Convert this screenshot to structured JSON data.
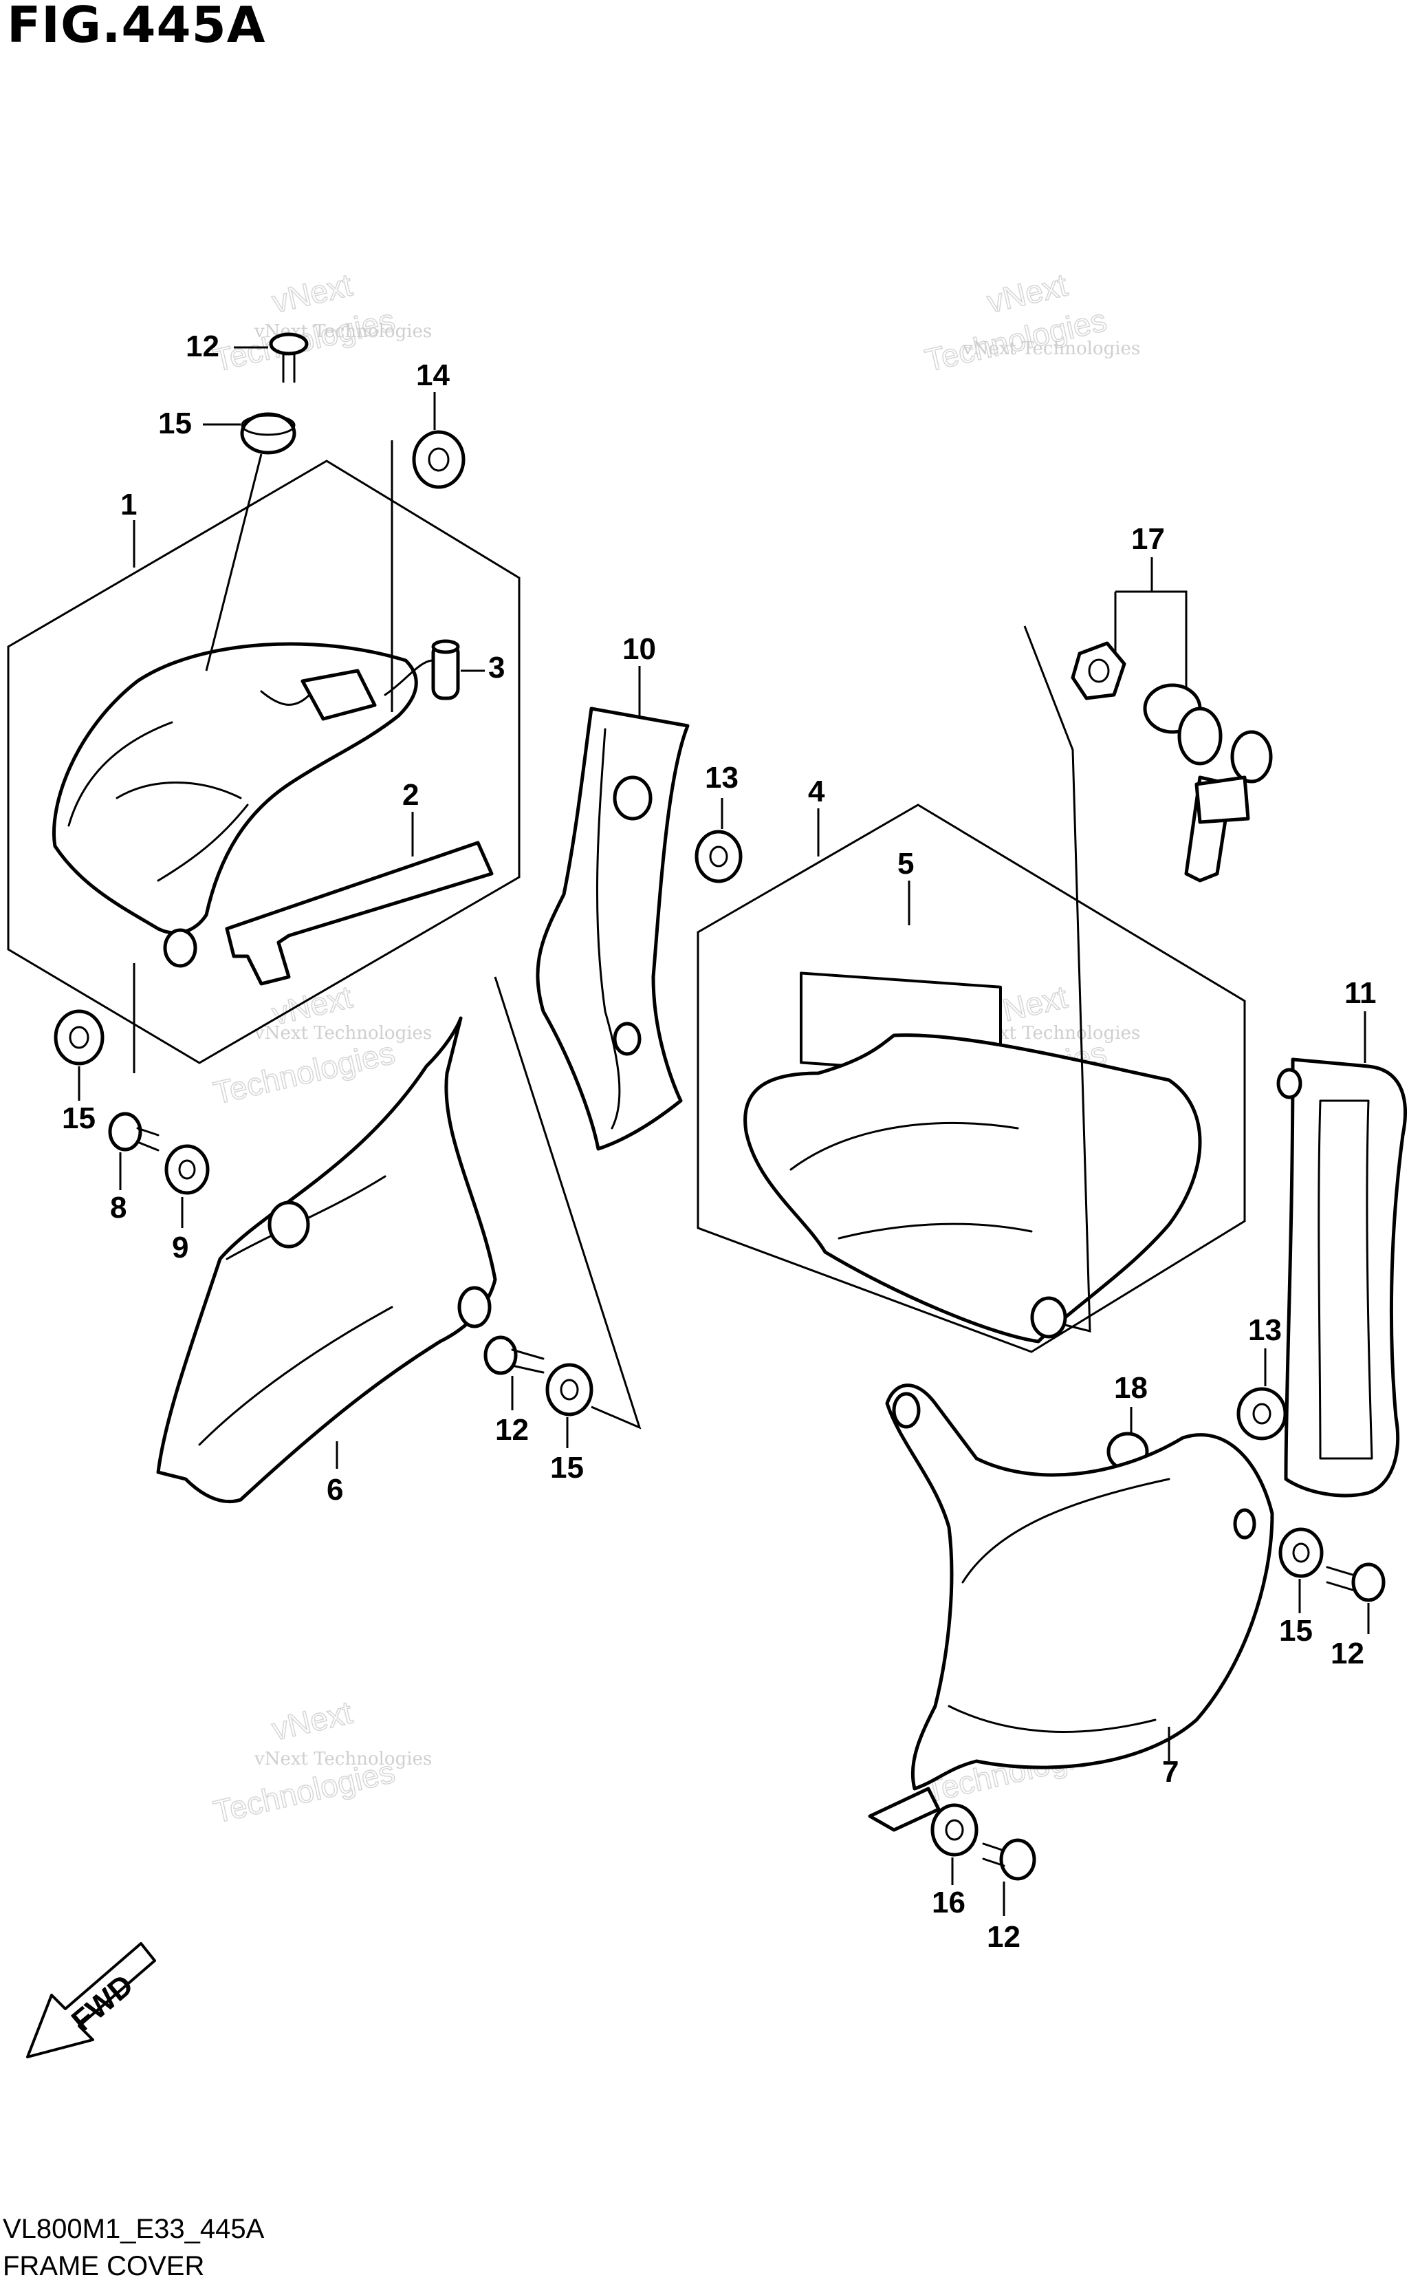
{
  "figure": {
    "title": "FIG.445A",
    "model_code": "VL800M1_E33_445A",
    "name": "FRAME COVER",
    "fwd_label": "FWD"
  },
  "watermark": {
    "line1": "vNext Technologies",
    "line2": "vNext",
    "line3": "Technologies"
  },
  "callouts": [
    {
      "id": "c1",
      "label": "1"
    },
    {
      "id": "c2",
      "label": "2"
    },
    {
      "id": "c3",
      "label": "3"
    },
    {
      "id": "c4",
      "label": "4"
    },
    {
      "id": "c5",
      "label": "5"
    },
    {
      "id": "c6",
      "label": "6"
    },
    {
      "id": "c7",
      "label": "7"
    },
    {
      "id": "c8",
      "label": "8"
    },
    {
      "id": "c9",
      "label": "9"
    },
    {
      "id": "c10",
      "label": "10"
    },
    {
      "id": "c11",
      "label": "11"
    },
    {
      "id": "c12a",
      "label": "12"
    },
    {
      "id": "c12b",
      "label": "12"
    },
    {
      "id": "c12c",
      "label": "12"
    },
    {
      "id": "c12d",
      "label": "12"
    },
    {
      "id": "c13a",
      "label": "13"
    },
    {
      "id": "c13b",
      "label": "13"
    },
    {
      "id": "c14",
      "label": "14"
    },
    {
      "id": "c15a",
      "label": "15"
    },
    {
      "id": "c15b",
      "label": "15"
    },
    {
      "id": "c15c",
      "label": "15"
    },
    {
      "id": "c15d",
      "label": "15"
    },
    {
      "id": "c16",
      "label": "16"
    },
    {
      "id": "c17",
      "label": "17"
    },
    {
      "id": "c18",
      "label": "18"
    }
  ]
}
